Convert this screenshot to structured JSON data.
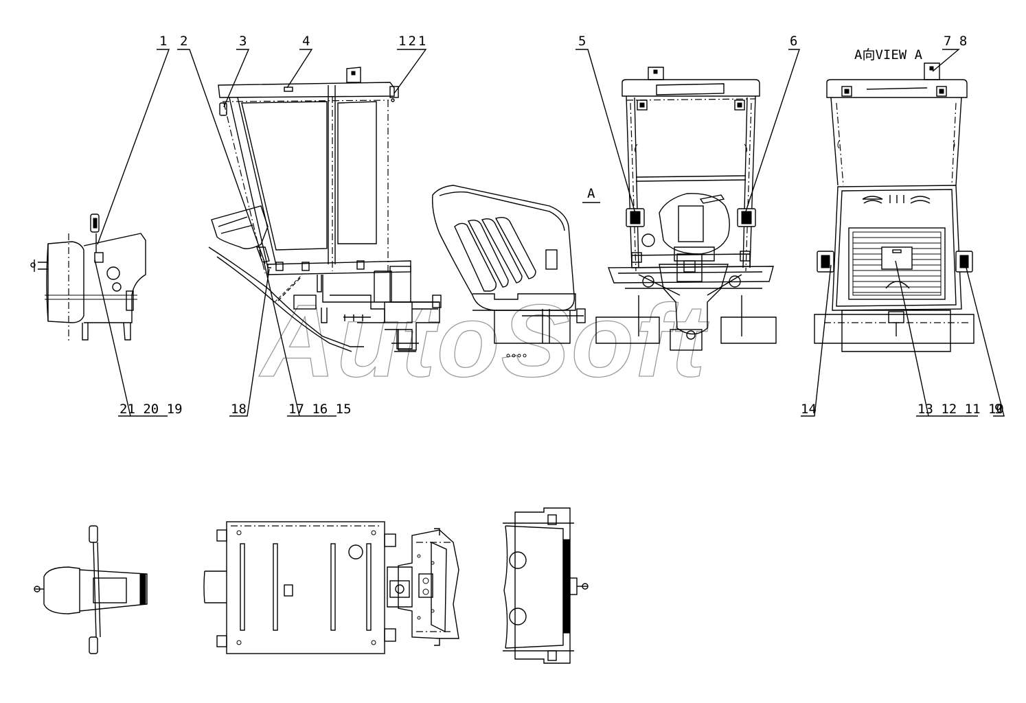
{
  "watermark": "AutoSoft",
  "view_marker": "A",
  "view_title": "A向VIEW A",
  "callouts": {
    "c1": "1",
    "c2": "2",
    "c3": "3",
    "c4": "4",
    "c121": "121",
    "c5": "5",
    "c6": "6",
    "c78": "7 8",
    "c212019": "21 20 19",
    "c18": "18",
    "c171615": "17 16 15",
    "c14": "14",
    "c13121110": "13 12 11 10",
    "c9": "9"
  }
}
